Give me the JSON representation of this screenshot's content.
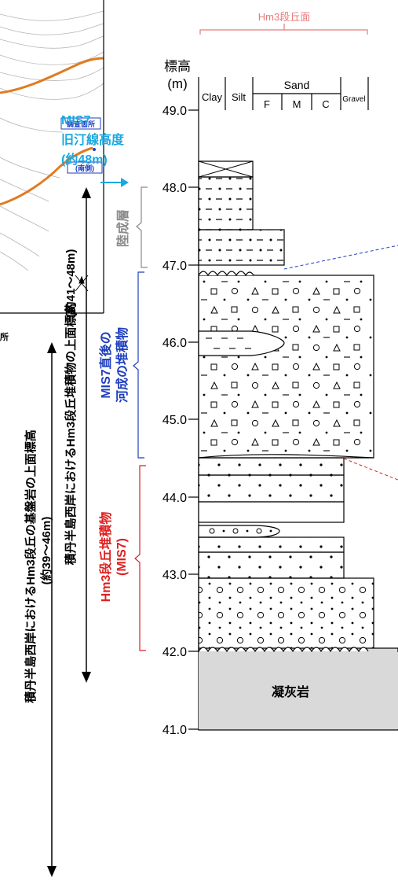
{
  "terrace": {
    "name": "Hm3段丘面"
  },
  "axis": {
    "title": "標高",
    "unit": "(m)",
    "ticks": [
      "49.0",
      "48.0",
      "47.0",
      "46.0",
      "45.0",
      "44.0",
      "43.0",
      "42.0",
      "41.0"
    ]
  },
  "grain_header": {
    "clay": "Clay",
    "silt": "Silt",
    "sand": "Sand",
    "sand_f": "F",
    "sand_m": "M",
    "sand_c": "C",
    "gravel": "Gravel"
  },
  "mis7_shoreline": {
    "line1": "MIS7",
    "line2": "旧汀線高度",
    "line3": "(約48m)"
  },
  "layers": {
    "terrestrial": "陸成層",
    "fluvial_line1": "MIS7直後の",
    "fluvial_line2": "河成の堆積物",
    "hm3_line1": "Hm3段丘堆積物",
    "hm3_line2": "(MIS7)",
    "tuff": "凝灰岩"
  },
  "ranges": {
    "deposit_top_line1": "積丹半島西岸におけるHm3段丘堆積物の上面標高",
    "deposit_top_line2": "(約41～48m)",
    "bedrock_top_line1": "積丹半島西岸におけるHm3段丘の基盤岩の上面標高",
    "bedrock_top_line2": "(約39～46m)"
  },
  "map_inset": {
    "label_site": "調査箇所",
    "label_south": "(南側)",
    "label_cut": "所"
  },
  "colors": {
    "orange": "#e07b22",
    "blue": "#1f3fbf",
    "cyan": "#1aa8e0",
    "red": "#e02020",
    "gray": "#8a8a8a",
    "tuff_fill": "#d9d9d9",
    "pink": "#e87a7a"
  }
}
